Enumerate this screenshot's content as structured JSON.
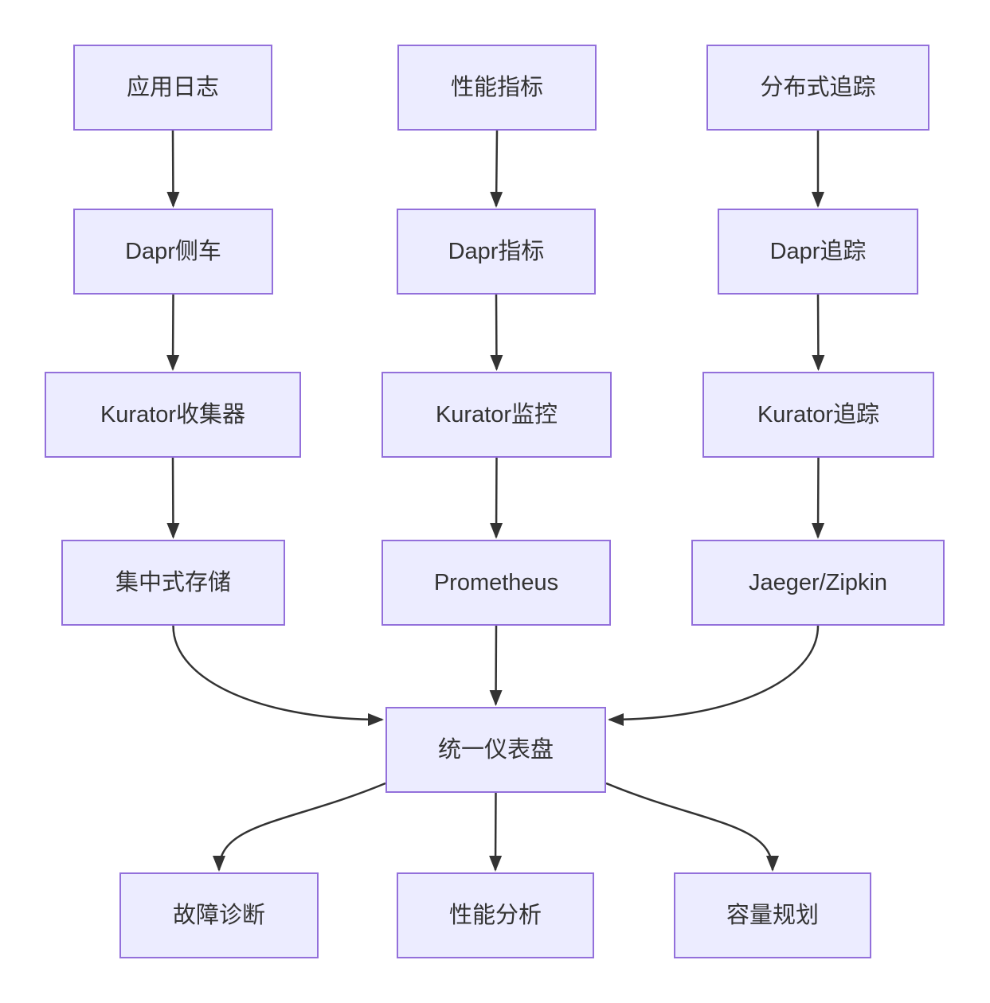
{
  "diagram": {
    "type": "flowchart",
    "direction": "top-down",
    "colors": {
      "background": "#ffffff",
      "node_fill": "#ECECFF",
      "node_border": "#9370DB",
      "edge": "#333333",
      "text": "#333333"
    },
    "nodes": {
      "applog": {
        "label": "应用日志"
      },
      "daprSidecar": {
        "label": "Dapr侧车"
      },
      "kuratorCollector": {
        "label": "Kurator收集器"
      },
      "centralStorage": {
        "label": "集中式存储"
      },
      "perfMetrics": {
        "label": "性能指标"
      },
      "daprMetrics": {
        "label": "Dapr指标"
      },
      "kuratorMonitor": {
        "label": "Kurator监控"
      },
      "prometheus": {
        "label": "Prometheus"
      },
      "distTracing": {
        "label": "分布式追踪"
      },
      "daprTracing": {
        "label": "Dapr追踪"
      },
      "kuratorTracing": {
        "label": "Kurator追踪"
      },
      "jaegerZipkin": {
        "label": "Jaeger/Zipkin"
      },
      "dashboard": {
        "label": "统一仪表盘"
      },
      "faultDiag": {
        "label": "故障诊断"
      },
      "perfAnalysis": {
        "label": "性能分析"
      },
      "capacityPlan": {
        "label": "容量规划"
      }
    },
    "edges": [
      {
        "from": "applog",
        "to": "daprSidecar"
      },
      {
        "from": "daprSidecar",
        "to": "kuratorCollector"
      },
      {
        "from": "kuratorCollector",
        "to": "centralStorage"
      },
      {
        "from": "perfMetrics",
        "to": "daprMetrics"
      },
      {
        "from": "daprMetrics",
        "to": "kuratorMonitor"
      },
      {
        "from": "kuratorMonitor",
        "to": "prometheus"
      },
      {
        "from": "distTracing",
        "to": "daprTracing"
      },
      {
        "from": "daprTracing",
        "to": "kuratorTracing"
      },
      {
        "from": "kuratorTracing",
        "to": "jaegerZipkin"
      },
      {
        "from": "centralStorage",
        "to": "dashboard"
      },
      {
        "from": "prometheus",
        "to": "dashboard"
      },
      {
        "from": "jaegerZipkin",
        "to": "dashboard"
      },
      {
        "from": "dashboard",
        "to": "faultDiag"
      },
      {
        "from": "dashboard",
        "to": "perfAnalysis"
      },
      {
        "from": "dashboard",
        "to": "capacityPlan"
      }
    ]
  }
}
